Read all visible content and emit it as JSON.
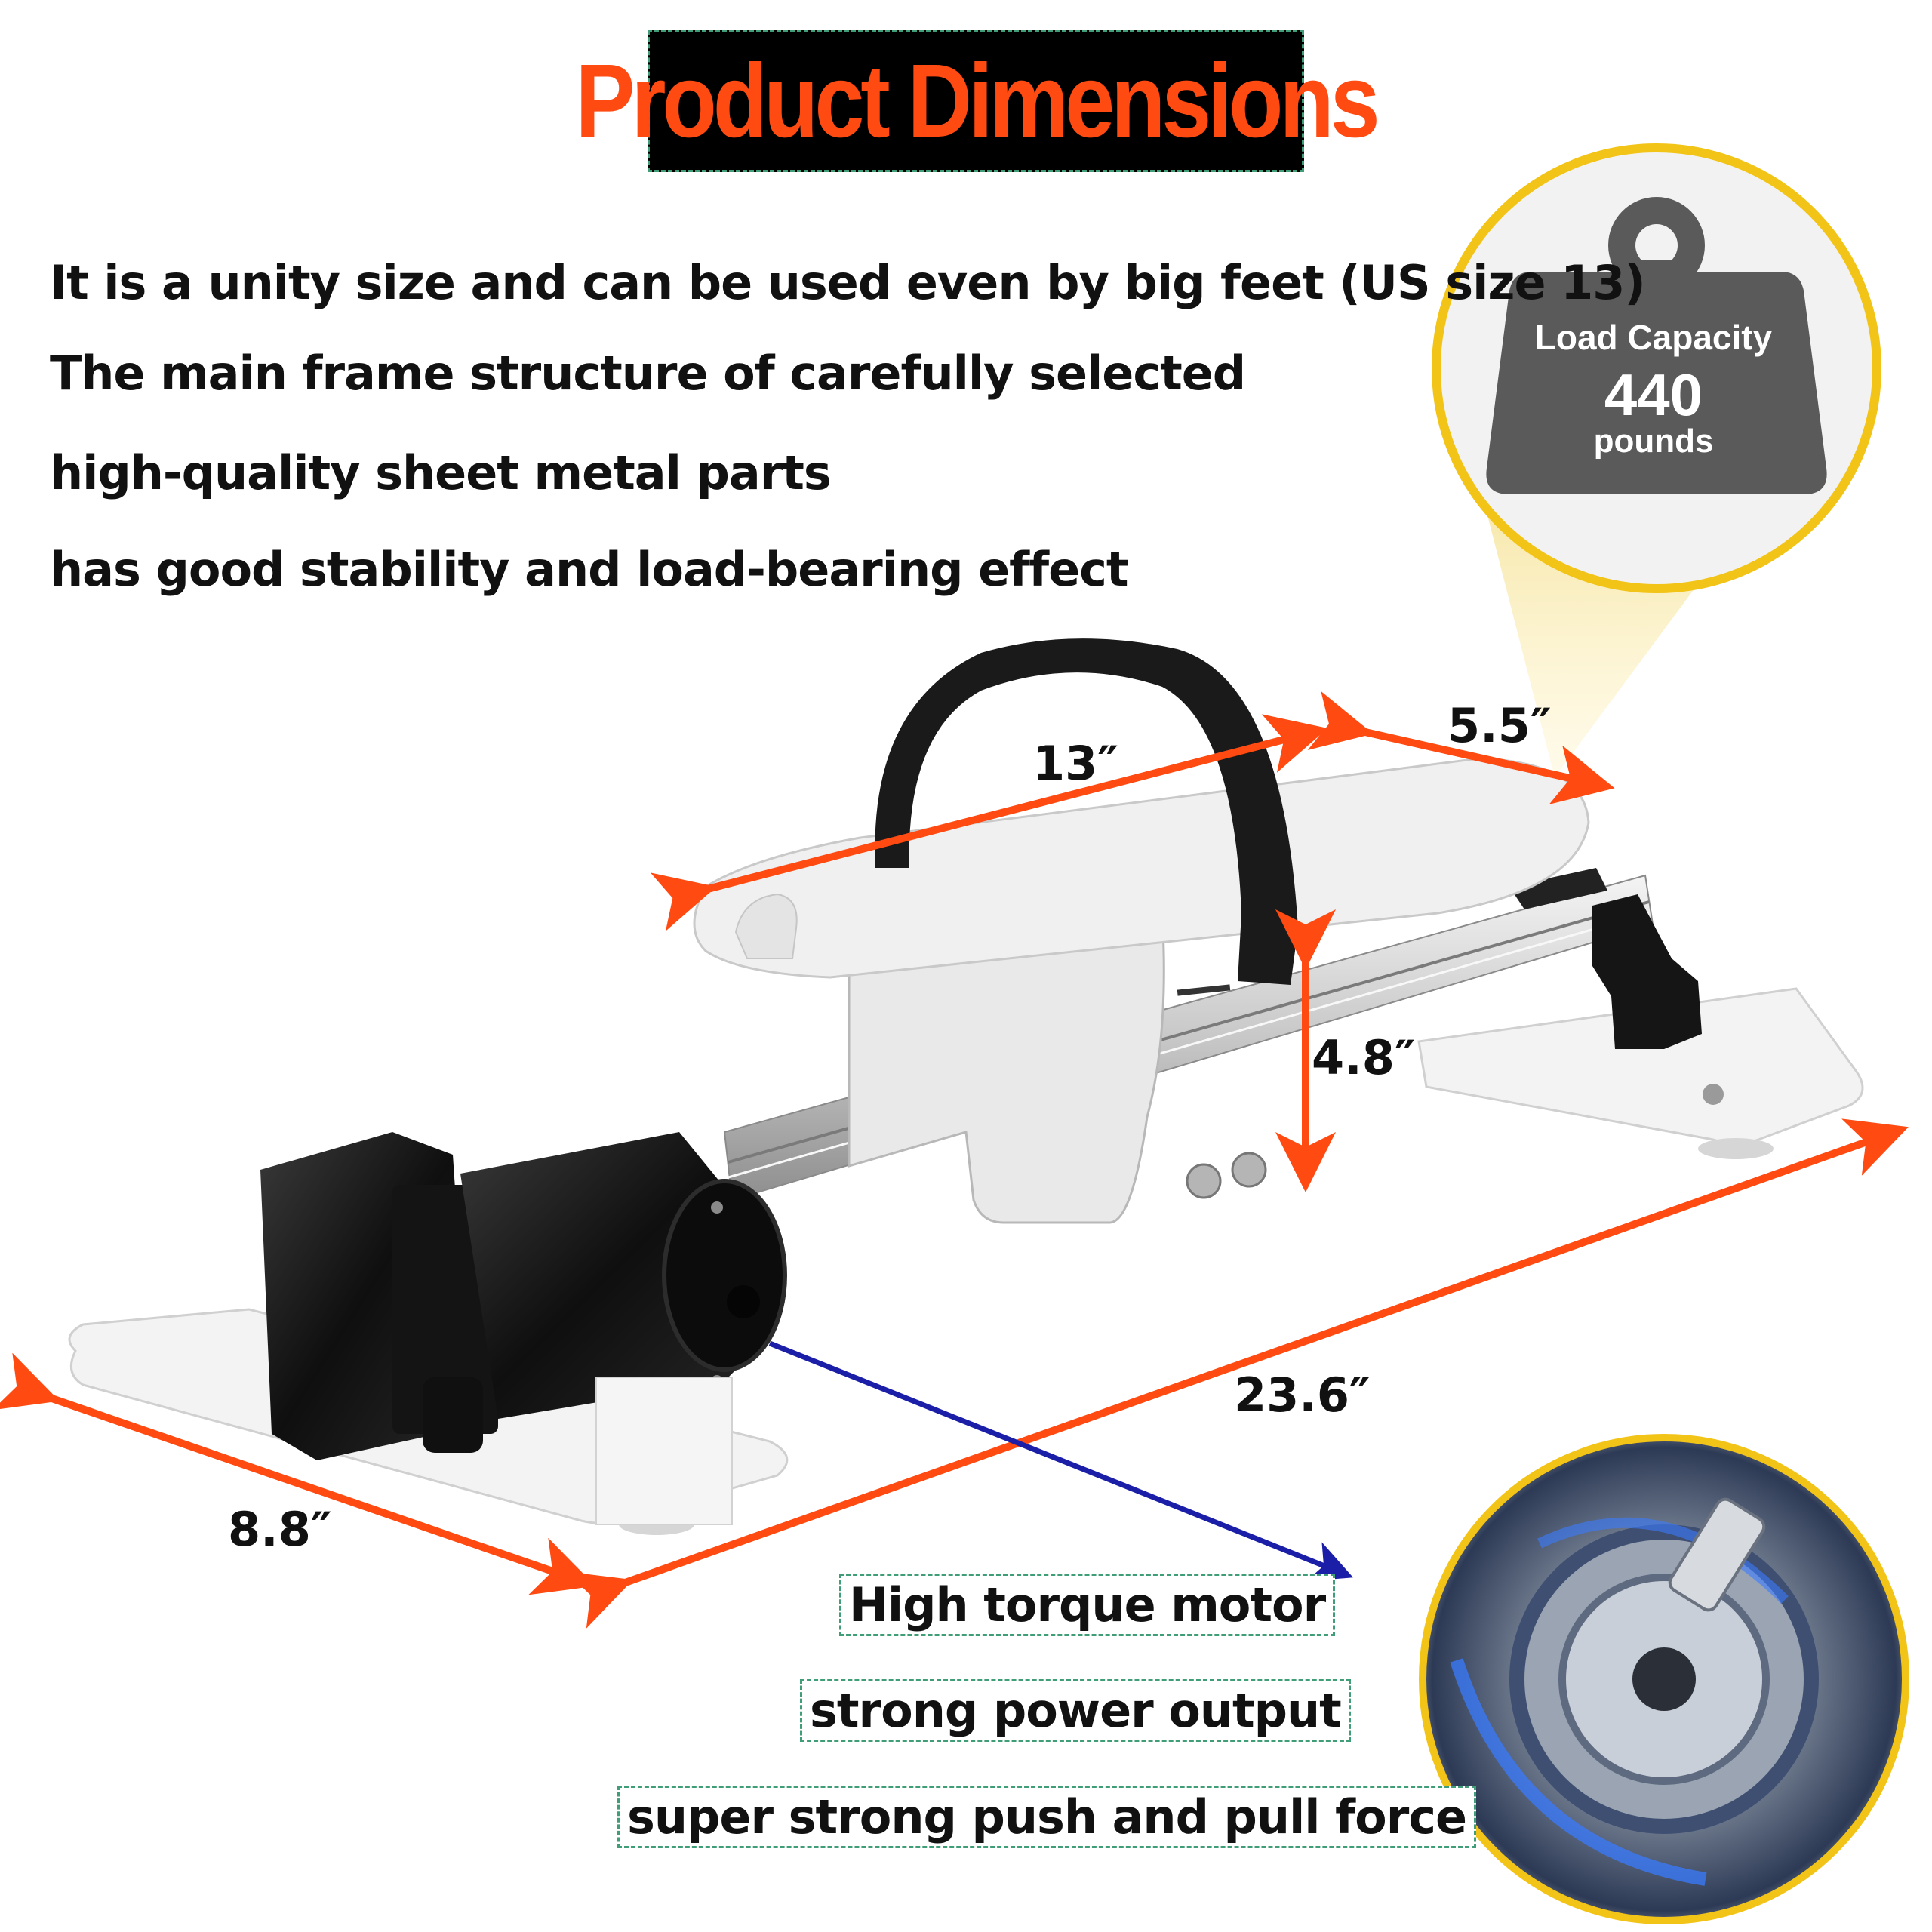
{
  "title": "Product Dimensions",
  "description": [
    "It is a unity size and can be used even by big feet (US size 13)",
    "The main frame structure of carefully selected",
    "high-quality sheet metal parts",
    "has good stability and load-bearing effect"
  ],
  "load_badge": {
    "line1": "Load Capacity",
    "line2": "440",
    "line3": "pounds",
    "icon": "weight-icon"
  },
  "dimensions": {
    "pedal_length": "13″",
    "pedal_width": "5.5″",
    "height": "4.8″",
    "total_length": "23.6″",
    "base_width": "8.8″"
  },
  "features": [
    "High torque motor",
    "strong power output",
    "super strong push and pull force"
  ],
  "colors": {
    "title_text": "#ff4a12",
    "title_background": "#000000",
    "arrow_dimension": "#ff4a12",
    "arrow_motor": "#1b1fa8",
    "badge_ring": "#f2c418",
    "badge_weight": "#5a5a5a",
    "feature_border": "#3f9d77"
  }
}
